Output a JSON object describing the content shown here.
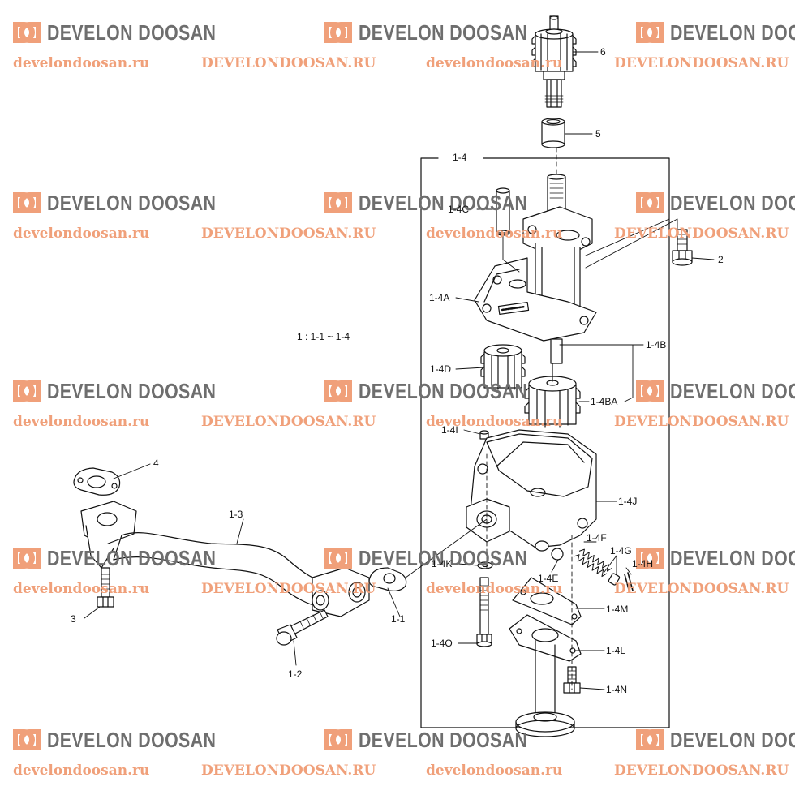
{
  "watermark": {
    "brand": "DEVELON DOOSAN",
    "url_lower": "develondoosan.ru",
    "url_upper": "DEVELONDOOSAN.RU",
    "brand_color": "#6e6e6e",
    "accent_color": "#f0a07a"
  },
  "note": "1 : 1-1 ~ 1-4",
  "callouts": {
    "p6": "6",
    "p5": "5",
    "p1_4": "1-4",
    "p1_4C": "1-4C",
    "p2": "2",
    "p1_4A": "1-4A",
    "p1_4B": "1-4B",
    "p1_4D": "1-4D",
    "p1_4BA": "1-4BA",
    "p1_4I": "1-4I",
    "p4": "4",
    "p1_3": "1-3",
    "p1_4J": "1-4J",
    "p1_4F": "1-4F",
    "p1_4G": "1-4G",
    "p1_4H": "1-4H",
    "p1_4K": "1-4K",
    "p1_4E": "1-4E",
    "p3": "3",
    "p1_1": "1-1",
    "p1_4M": "1-4M",
    "p1_2": "1-2",
    "p1_4O": "1-4O",
    "p1_4L": "1-4L",
    "p1_4N": "1-4N"
  }
}
